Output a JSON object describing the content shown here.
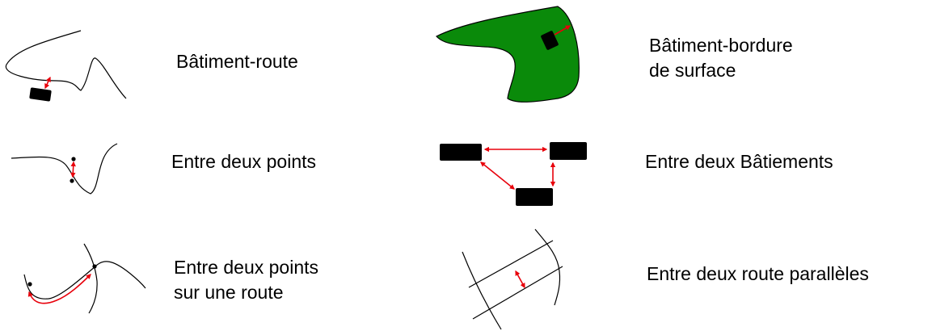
{
  "colors": {
    "arrow": "#e8000b",
    "surface_fill": "#0a8a0a",
    "stroke": "#000000",
    "building": "#000000"
  },
  "items": [
    {
      "label_lines": [
        "Bâtiment-route"
      ]
    },
    {
      "label_lines": [
        "Bâtiment-bordure",
        "de surface"
      ]
    },
    {
      "label_lines": [
        "Entre deux points"
      ]
    },
    {
      "label_lines": [
        "Entre deux Bâtiements"
      ]
    },
    {
      "label_lines": [
        "Entre deux points",
        "sur une route"
      ]
    },
    {
      "label_lines": [
        "Entre deux route parallèles"
      ]
    }
  ]
}
